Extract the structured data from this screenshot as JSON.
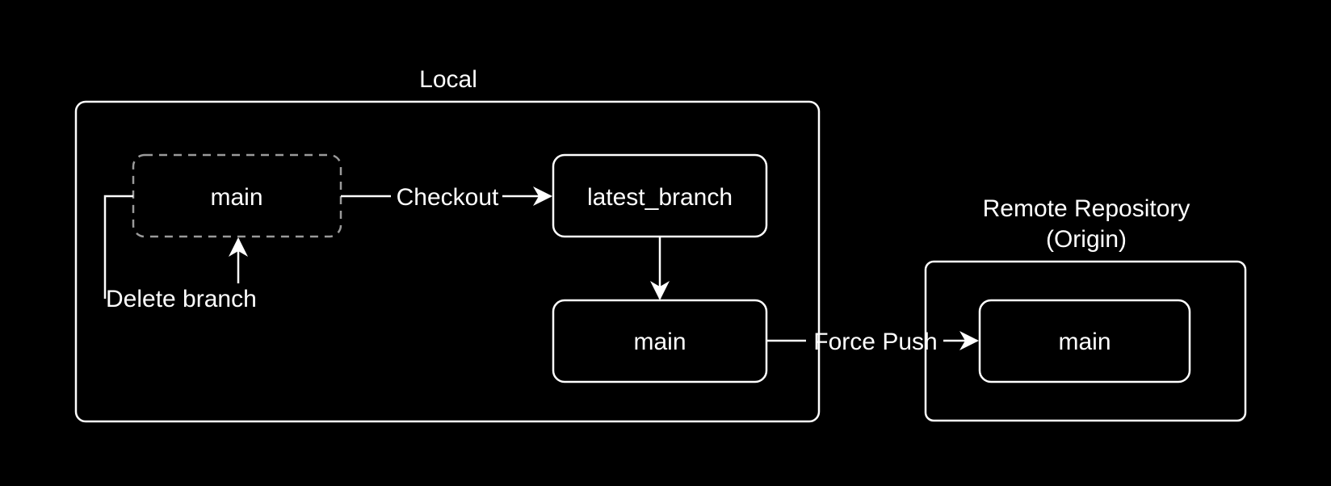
{
  "diagram": {
    "colors": {
      "background": "#000000",
      "stroke": "#ffffff",
      "ghost_stroke": "#9a9a9a",
      "text": "#ffffff"
    },
    "groups": {
      "local": {
        "label": "Local"
      },
      "remote": {
        "label_line1": "Remote Repository",
        "label_line2": "(Origin)"
      }
    },
    "nodes": {
      "local_main_deleted": {
        "label": "main",
        "style": "dashed"
      },
      "latest_branch": {
        "label": "latest_branch"
      },
      "local_main_new": {
        "label": "main"
      },
      "remote_main": {
        "label": "main"
      }
    },
    "edges": {
      "checkout": {
        "label": "Checkout",
        "from": "main",
        "to": "latest_branch"
      },
      "rename": {
        "from": "latest_branch",
        "to": "main"
      },
      "delete_branch": {
        "label": "Delete branch",
        "target": "main"
      },
      "force_push": {
        "label": "Force Push",
        "from": "main",
        "to": "main"
      }
    }
  }
}
